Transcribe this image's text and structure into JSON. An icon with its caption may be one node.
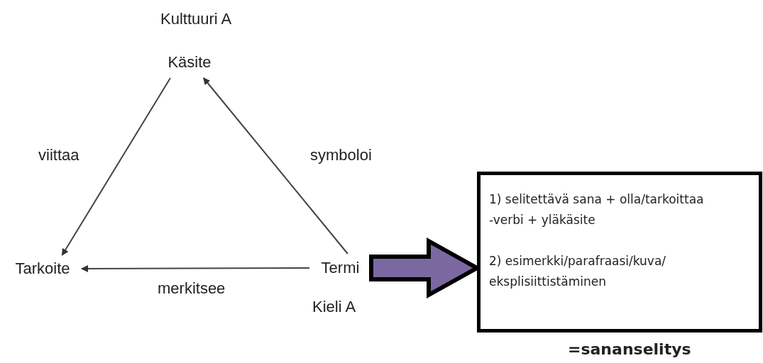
{
  "diagram": {
    "nodes": [
      {
        "text": [
          "Käsite"
        ],
        "beside": [
          "Kulttuuri A"
        ]
      },
      {
        "text": [
          "Tarkoite"
        ]
      },
      {
        "text": [
          "Termi"
        ],
        "beside": [
          "Kieli A"
        ]
      },
      {
        "text": [
          "1) selitettävä sana + olla/tarkoittaa -verbi + yläkäsite",
          "2) esimerkki/parafraasi/kuva/ eksplisiittistäminen"
        ],
        "beside": [
          "=sananselitys"
        ]
      }
    ],
    "edges": [
      {
        "from": 0,
        "to": 1,
        "arrow": "to",
        "label": "viittaa"
      },
      {
        "from": 2,
        "to": 0,
        "arrow": "to",
        "label": "symboloi"
      },
      {
        "from": 2,
        "to": 1,
        "arrow": "to",
        "label": "merkitsee"
      },
      {
        "from": 2,
        "to": 3,
        "arrow": "to",
        "style": "thick",
        "color": "#7b68a0"
      }
    ]
  }
}
